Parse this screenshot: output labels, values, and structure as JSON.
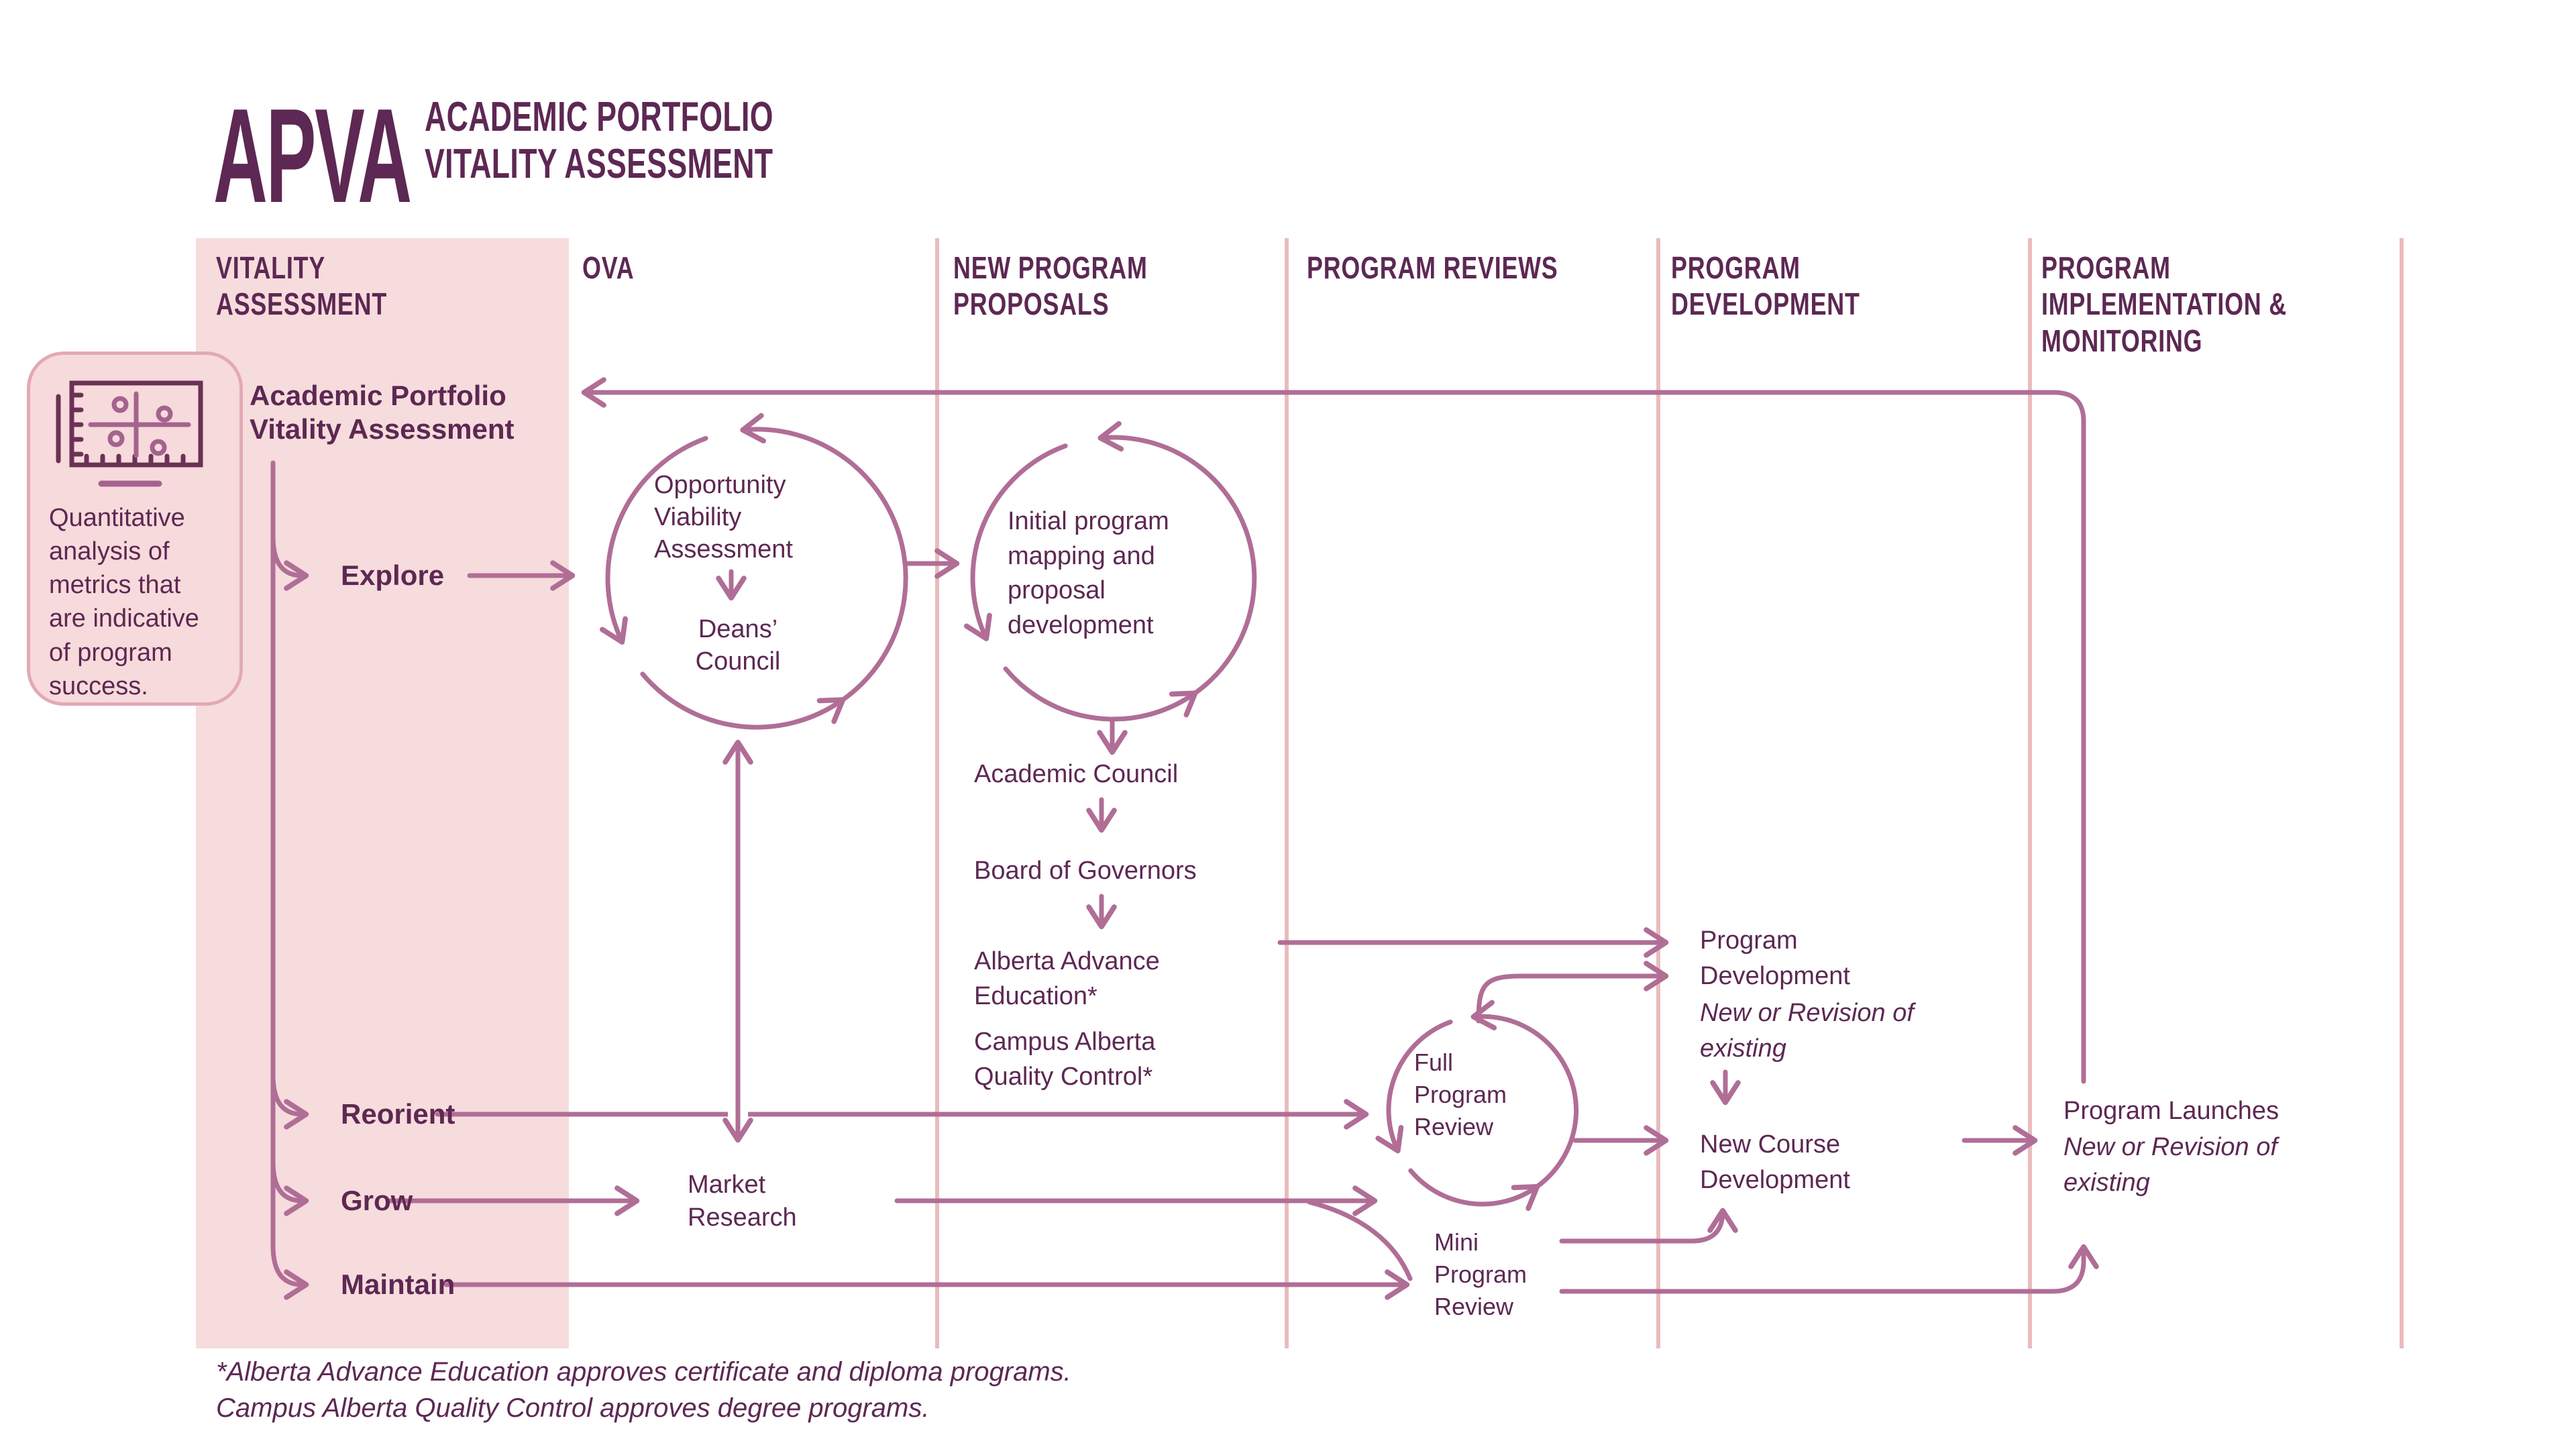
{
  "colors": {
    "text_plum": "#5d2853",
    "line_mauve": "#b06e96",
    "column_pink": "#f6dcdc",
    "divider_pink": "#eabcbc",
    "callout_border": "#e2a9b5",
    "callout_bg": "#f7dadb"
  },
  "title": {
    "acronym": "APVA",
    "subtitle": "ACADEMIC PORTFOLIO\nVITALITY ASSESSMENT"
  },
  "columns": [
    {
      "label": "VITALITY\nASSESSMENT"
    },
    {
      "label": "OVA"
    },
    {
      "label": "NEW PROGRAM\nPROPOSALS"
    },
    {
      "label": "PROGRAM REVIEWS"
    },
    {
      "label": "PROGRAM\nDEVELOPMENT"
    },
    {
      "label": "PROGRAM\nIMPLEMENTATION &\nMONITORING"
    }
  ],
  "callout": {
    "icon": "scatter-chart-icon",
    "text": "Quantitative analysis of metrics that are indicative of program success."
  },
  "nodes": {
    "apva": "Academic Portfolio\nVitality Assessment",
    "explore": "Explore",
    "reorient": "Reorient",
    "grow": "Grow",
    "maintain": "Maintain",
    "ova_cycle": "Opportunity\nViability\nAssessment",
    "deans_council": "Deans’\nCouncil",
    "initial_mapping": "Initial program\nmapping and\nproposal\ndevelopment",
    "academic_council": "Academic Council",
    "board_governors": "Board of Governors",
    "alberta_advance": "Alberta Advance\nEducation*",
    "campus_alberta": "Campus Alberta\nQuality Control*",
    "market_research": "Market\nResearch",
    "full_review": "Full\nProgram\nReview",
    "mini_review": "Mini\nProgram\nReview",
    "program_development": "Program\nDevelopment",
    "program_development_sub": "New or Revision of\nexisting",
    "new_course": "New Course\nDevelopment",
    "program_launches": "Program Launches",
    "program_launches_sub": "New or Revision of\nexisting"
  },
  "footnote": "*Alberta Advance Education approves certificate and diploma programs.\nCampus Alberta Quality Control approves degree programs."
}
